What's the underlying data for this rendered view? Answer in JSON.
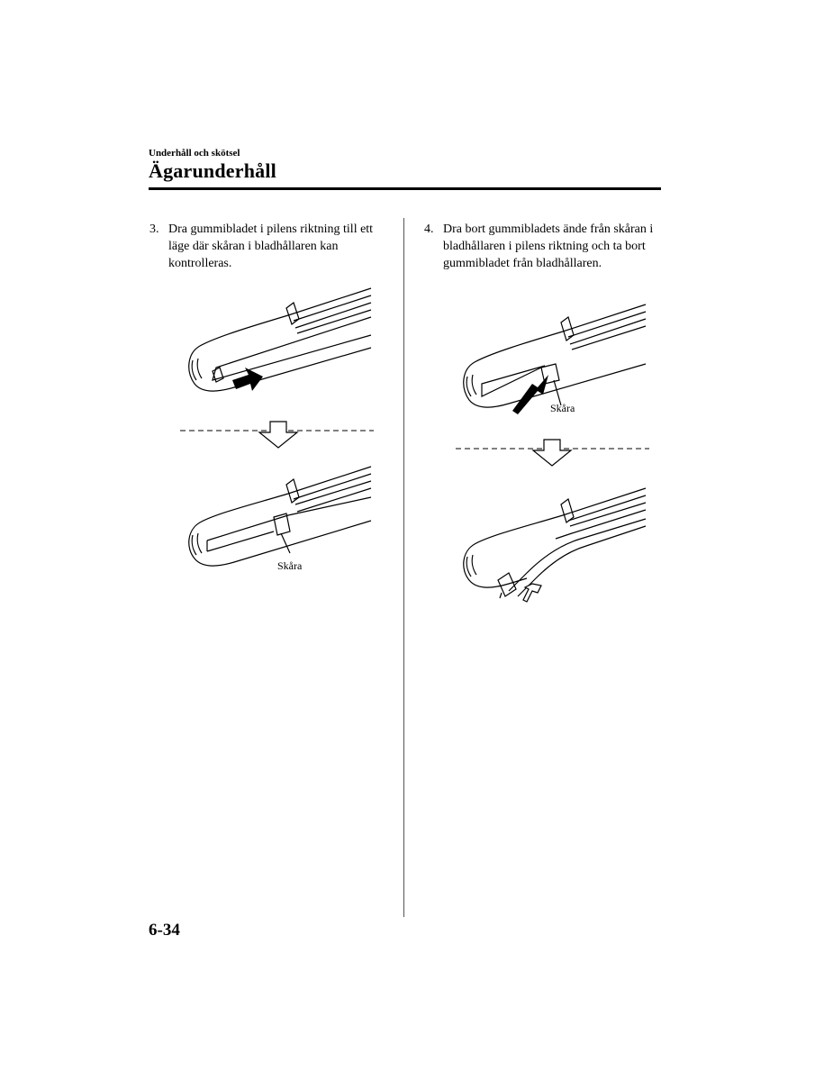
{
  "header": {
    "section": "Underhåll och skötsel",
    "title": "Ägarunderhåll"
  },
  "steps": [
    {
      "number": "3.",
      "text": "Dra gummibladet i pilens riktning till ett läge där skåran i bladhållaren kan kontrolleras."
    },
    {
      "number": "4.",
      "text": "Dra bort gummibladets ände från skåran i bladhållaren i pilens riktning och ta bort gummibladet från bladhållaren."
    }
  ],
  "figures": {
    "step3_after_label": "Skåra",
    "step4_before_label": "Skåra"
  },
  "footer": {
    "page_number": "6-34"
  }
}
